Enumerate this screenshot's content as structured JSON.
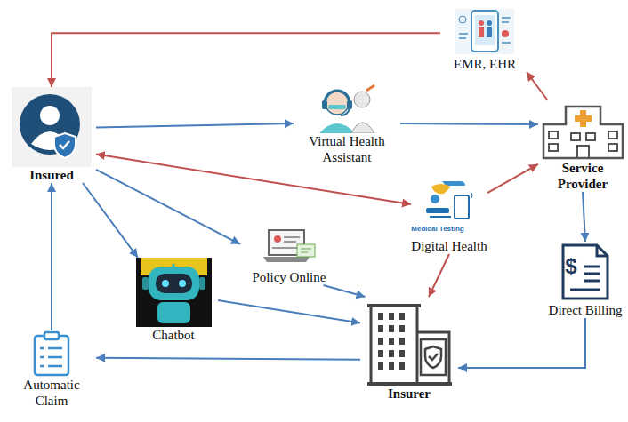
{
  "diagram": {
    "nodes": [
      {
        "text": [
          "EMR, EHR"
        ]
      },
      {
        "text": [
          "Insured"
        ]
      },
      {
        "text": [
          "Virtual Health Assistant"
        ]
      },
      {
        "text": [
          "Service Provider"
        ]
      },
      {
        "text": [
          "Digital Health"
        ]
      },
      {
        "text": [
          "Policy Online"
        ]
      },
      {
        "text": [
          "Chatbot"
        ]
      },
      {
        "text": [
          "Direct Billing"
        ]
      },
      {
        "text": [
          "Automatic Claim"
        ]
      },
      {
        "text": [
          "Insurer"
        ]
      }
    ],
    "edges": [
      {
        "from": 0,
        "to": 1,
        "arrow": "to"
      },
      {
        "from": 3,
        "to": 0,
        "arrow": "to"
      },
      {
        "from": 1,
        "to": 2,
        "arrow": "to"
      },
      {
        "from": 2,
        "to": 3,
        "arrow": "to"
      },
      {
        "from": 1,
        "to": 4,
        "arrow": "both"
      },
      {
        "from": 4,
        "to": 3,
        "arrow": "to"
      },
      {
        "from": 1,
        "to": 5,
        "arrow": "to"
      },
      {
        "from": 1,
        "to": 6,
        "arrow": "to"
      },
      {
        "from": 6,
        "to": 9,
        "arrow": "to"
      },
      {
        "from": 5,
        "to": 9,
        "arrow": "to"
      },
      {
        "from": 4,
        "to": 9,
        "arrow": "to"
      },
      {
        "from": 3,
        "to": 7,
        "arrow": "to"
      },
      {
        "from": 7,
        "to": 9,
        "arrow": "to"
      },
      {
        "from": 9,
        "to": 8,
        "arrow": "to"
      },
      {
        "from": 8,
        "to": 1,
        "arrow": "to"
      }
    ],
    "labels": [
      "Medical Testing",
      "$"
    ]
  }
}
